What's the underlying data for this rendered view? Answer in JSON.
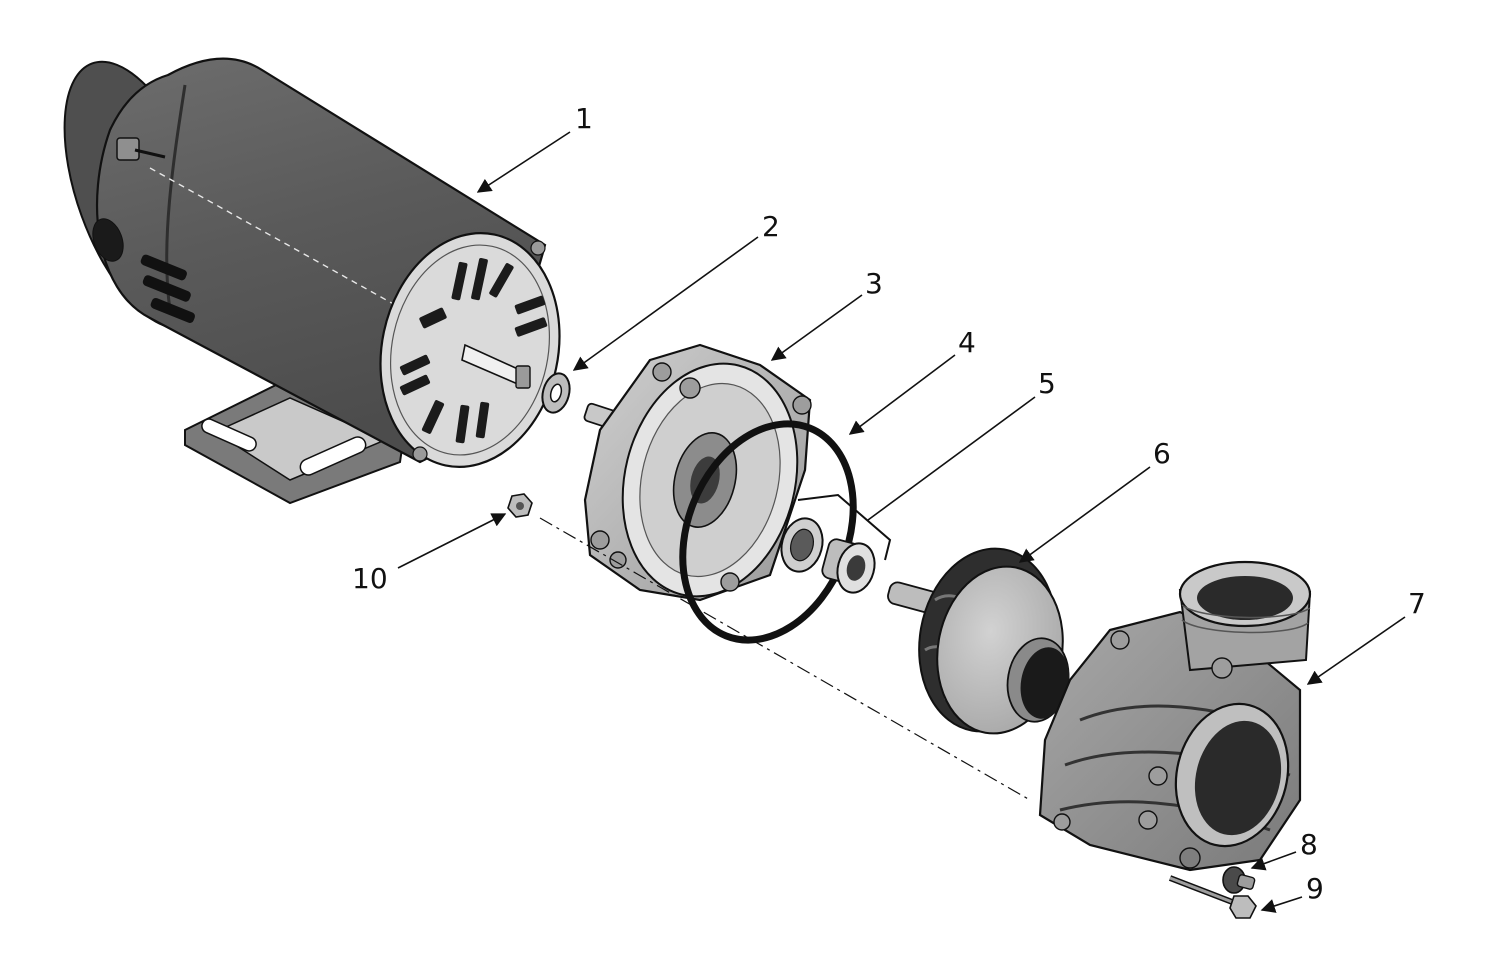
{
  "colors": {
    "part_dark": "#5e5e5e",
    "part_mid": "#8a8a8a",
    "part_light": "#b8b8b8",
    "part_lighter": "#d6d6d6",
    "outline": "#111111",
    "background": "#ffffff"
  },
  "callouts": [
    {
      "id": "1",
      "label": "1"
    },
    {
      "id": "2",
      "label": "2"
    },
    {
      "id": "3",
      "label": "3"
    },
    {
      "id": "4",
      "label": "4"
    },
    {
      "id": "5",
      "label": "5"
    },
    {
      "id": "6",
      "label": "6"
    },
    {
      "id": "7",
      "label": "7"
    },
    {
      "id": "8",
      "label": "8"
    },
    {
      "id": "9",
      "label": "9"
    },
    {
      "id": "10",
      "label": "10"
    }
  ]
}
